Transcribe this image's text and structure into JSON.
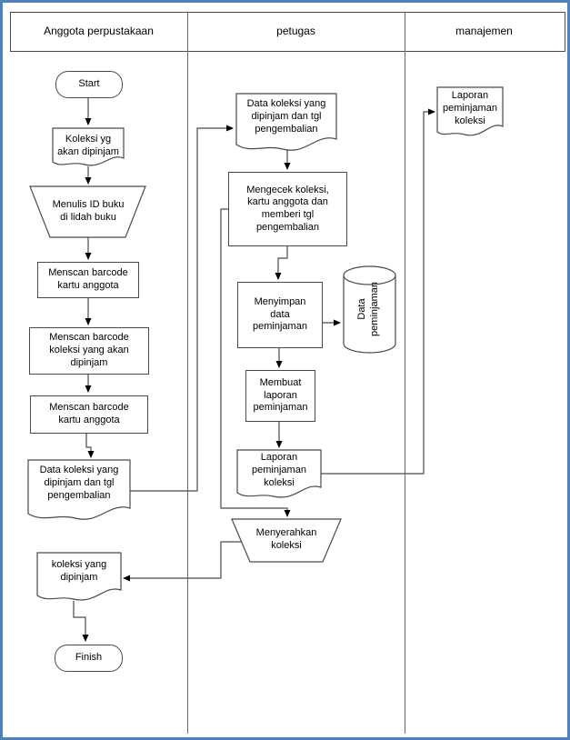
{
  "window": {
    "type": "swimlane-flowchart",
    "accent_border_color": "#4f81bd",
    "line_color": "#4a4a4a"
  },
  "lanes": {
    "anggota": "Anggota perpustakaan",
    "petugas": "petugas",
    "manajemen": "manajemen"
  },
  "nodes": {
    "start": "Start",
    "koleksi_yg": "Koleksi yg\nakan dipinjam",
    "menulis": "Menulis ID buku\ndi lidah buku",
    "scan_kartu_1": "Menscan barcode\nkartu anggota",
    "scan_koleksi": "Menscan barcode\nkoleksi yang akan\ndipinjam",
    "scan_kartu_2": "Menscan barcode\nkartu anggota",
    "data_koleksi_left": "Data koleksi yang\ndipinjam dan tgl\npengembalian",
    "koleksi_dipinjam": "koleksi yang\ndipinjam",
    "finish": "Finish",
    "data_koleksi_mid": "Data koleksi yang\ndipinjam dan tgl\npengembalian",
    "mengecek": "Mengecek koleksi,\nkartu anggota dan\nmemberi tgl\npengembalian",
    "menyimpan": "Menyimpan\ndata\npeminjaman",
    "db_line1": "Data",
    "db_line2": "peminjaman",
    "membuat": "Membuat\nlaporan\npeminjaman",
    "laporan_mid": "Laporan\npeminjaman\nkoleksi",
    "menyerahkan": "Menyerahkan\nkoleksi",
    "laporan_right": "Laporan\npeminjaman\nkoleksi"
  }
}
